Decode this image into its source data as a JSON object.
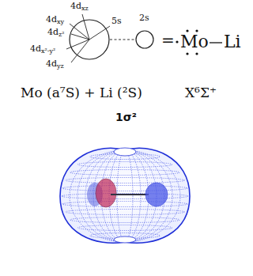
{
  "diagram": {
    "nodes": [
      {
        "text": [
          "4dxz",
          "4dxy",
          "4dz²",
          "5s",
          "4dx²-y²",
          "4dyz"
        ]
      },
      {
        "text": [
          "2s"
        ]
      }
    ],
    "edges": [
      {
        "from": 0,
        "to": 1,
        "arrow": "none"
      }
    ],
    "labels": [
      "=",
      "Mo",
      "Li",
      "Mo (a⁷S) + Li (²S)",
      "X⁶Σ⁺",
      "1σ²"
    ]
  }
}
